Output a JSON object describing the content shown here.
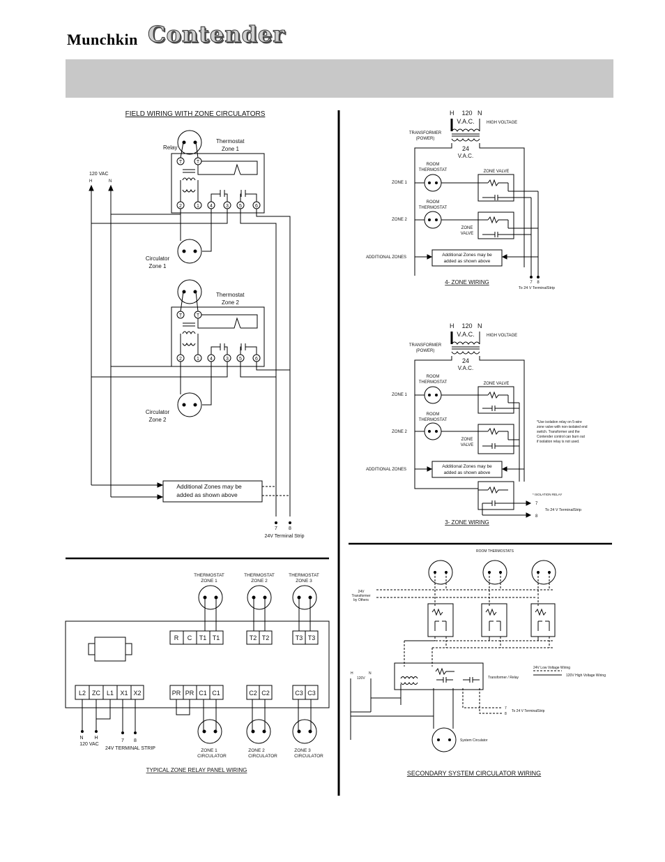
{
  "header": {
    "brand_left": "Munchkin",
    "brand_right": "Contender"
  },
  "diagram1": {
    "title": "FIELD WIRING WITH ZONE CIRCULATORS",
    "relay": "Relay",
    "thermostat_zone1_a": "Thermostat",
    "thermostat_zone1_b": "Zone 1",
    "thermostat_zone2_a": "Thermostat",
    "thermostat_zone2_b": "Zone 2",
    "vac": "120 VAC",
    "h": "H",
    "n": "N",
    "circ1_a": "Circulator",
    "circ1_b": "Zone 1",
    "circ2_a": "Circulator",
    "circ2_b": "Zone 2",
    "additional_a": "Additional Zones may be",
    "additional_b": "added as shown above",
    "t7": "7",
    "t8": "8",
    "terminal": "24V Terminal Strip",
    "terms": [
      "T",
      "T",
      "2",
      "1",
      "4",
      "3",
      "5",
      "6"
    ]
  },
  "diagram2": {
    "title": "4- ZONE WIRING",
    "h": "H",
    "v120": "120",
    "n": "N",
    "vac": "V.A.C.",
    "high_voltage": "HIGH VOLTAGE",
    "transformer_a": "TRANSFORMER",
    "transformer_b": "(POWER)",
    "v24": "24",
    "vac2": "V.A.C.",
    "room_a": "ROOM",
    "room_b": "THERMOSTAT",
    "zone_valve": "ZONE VALVE",
    "zone1": "ZONE 1",
    "zone2": "ZONE 2",
    "zone_a": "ZONE",
    "valve_b": "VALVE",
    "additional_zones": "ADDITIONAL ZONES",
    "add_a": "Additional Zones may be",
    "add_b": "added as shown above",
    "t7": "7",
    "t8": "8",
    "terminal": "To 24 V TerminalStrip"
  },
  "diagram3": {
    "title": "3- ZONE WIRING",
    "h": "H",
    "v120": "120",
    "n": "N",
    "vac": "V.A.C.",
    "high_voltage": "HIGH VOLTAGE",
    "transformer_a": "TRANSFORMER",
    "transformer_b": "(POWER)",
    "v24": "24",
    "vac2": "V.A.C.",
    "room_a": "ROOM",
    "room_b": "THERMOSTAT",
    "zone_valve": "ZONE VALVE",
    "zone1": "ZONE 1",
    "zone2": "ZONE 2",
    "zone_a": "ZONE",
    "valve_b": "VALVE",
    "additional_zones": "ADDITIONAL ZONES",
    "add_a": "Additional Zones may be",
    "add_b": "added as shown above",
    "note": [
      "*Use isolation relay on 5-wire",
      "zone valve with non-isolated end",
      "switch. Transformer and the",
      "Contender control can burn out",
      "if isolation relay is not used."
    ],
    "isolation": "* ISOLATION RELAY",
    "t7": "7",
    "t8": "8",
    "terminal": "To 24 V TerminalStrip"
  },
  "diagram4": {
    "title": "TYPICAL ZONE RELAY PANEL WIRING",
    "thermostat": "THERMOSTAT",
    "zone1": "ZONE 1",
    "zone2": "ZONE 2",
    "zone3": "ZONE 3",
    "top_terms": [
      "R",
      "C",
      "T1",
      "T1",
      "T2",
      "T2",
      "T3",
      "T3"
    ],
    "bottom_terms": [
      "L2",
      "ZC",
      "L1",
      "X1",
      "X2",
      "PR",
      "PR",
      "C1",
      "C1",
      "C2",
      "C2",
      "C3",
      "C3"
    ],
    "n": "N",
    "h": "H",
    "vac": "120 VAC",
    "t7": "7",
    "t8": "8",
    "terminal": "24V TERMINAL STRIP",
    "c1_a": "ZONE 1",
    "c1_b": "CIRCULATOR",
    "c2_a": "ZONE 2",
    "c2_b": "CIRCULATOR",
    "c3_a": "ZONE 3",
    "c3_b": "CIRCULATOR"
  },
  "diagram5": {
    "title": "SECONDARY SYSTEM CIRCULATOR WIRING",
    "room_thermostats": "ROOM THERMOSTATS",
    "v24_a": "24V",
    "v24_b": "Transformer",
    "v24_c": "by Others",
    "h": "H",
    "n": "N",
    "v120": "120V",
    "legend_low": "24V Low Voltage Wiring",
    "legend_high": "120V High Voltage Wiring",
    "relay": "Transformer / Relay",
    "t7": "7",
    "t8": "8",
    "terminal": "To 24 V TerminalStrip",
    "system_circ": "System Circulator"
  }
}
